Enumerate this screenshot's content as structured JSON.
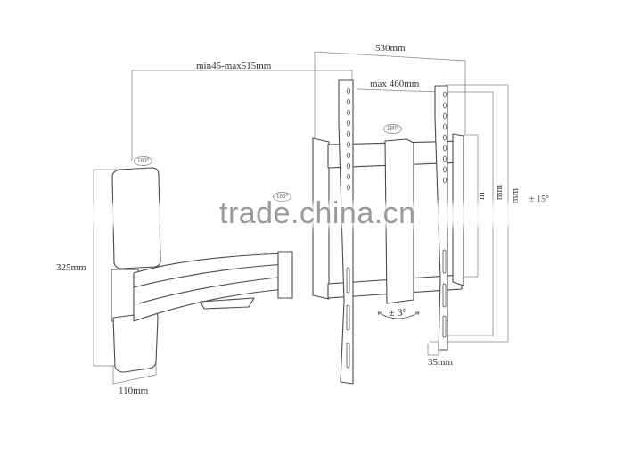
{
  "diagram": {
    "subject": "Full-motion TV wall mount bracket technical drawing",
    "dimensions": {
      "arm_extension": "min45-max515mm",
      "overall_width": "530mm",
      "max_vesa_width": "max 460mm",
      "wall_plate_height": "325mm",
      "wall_plate_depth": "110mm",
      "profile_depth": "35mm"
    },
    "rotation_labels": {
      "wall_pivot": "180°",
      "arm_pivot": "180°",
      "head_pivot": "180°"
    },
    "tilt_label": "± 3°",
    "swivel_label": "± 15°",
    "partial_side_labels": [
      "m",
      "mm",
      "mm"
    ]
  },
  "watermark": {
    "text": "trade.china.cn"
  },
  "colors": {
    "line": "#4a4a4a",
    "dim_line": "#888888",
    "watermark": "#9a9a9a",
    "background": "#ffffff"
  }
}
